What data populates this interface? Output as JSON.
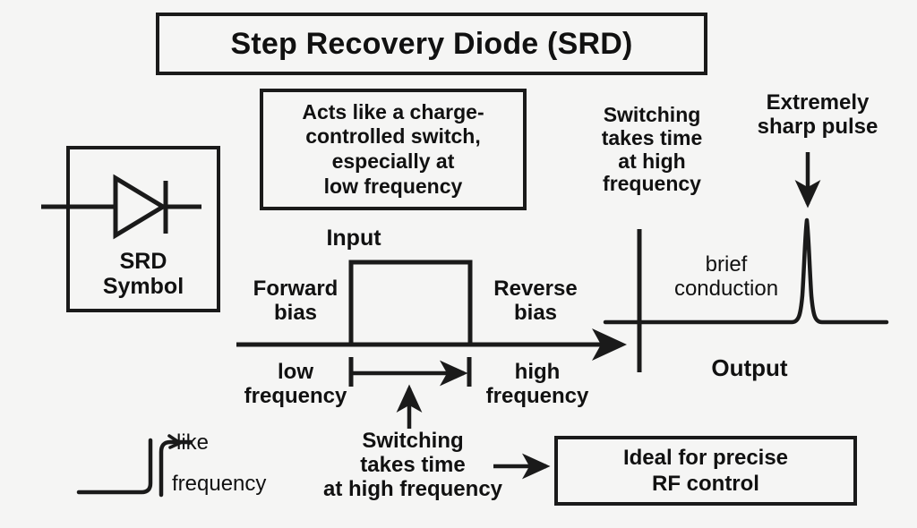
{
  "title": "Step Recovery Diode (SRD)",
  "boxes": {
    "switch_note": "Acts like a charge-\ncontrolled switch,\nespecially at\nlow frequency",
    "rf_note": "Ideal for precise\nRF control"
  },
  "symbol": {
    "caption": "SRD\nSymbol",
    "icon": "diode-symbol"
  },
  "input_plot": {
    "title": "Input",
    "forward_bias": "Forward\nbias",
    "reverse_bias": "Reverse\nbias",
    "low_frequency": "low\nfrequency",
    "high_frequency": "high\nfrequency"
  },
  "output_plot": {
    "title": "Output",
    "switching_note": "Switching\ntakes time\nat high\nfrequency",
    "sharp_pulse": "Extremely\nsharp pulse",
    "brief_conduction": "brief\nconduction"
  },
  "bottom": {
    "switching_note": "Switching\ntakes time\nat high frequency",
    "like": "like",
    "frequency": "frequency",
    "waveform": "step-waveform"
  },
  "colors": {
    "background": "#f5f5f4",
    "ink": "#1a1a1a",
    "text": "#111111"
  },
  "chart_data": [
    {
      "type": "line",
      "name": "input-waveform",
      "title": "Input",
      "x": [
        264,
        392,
        392,
        525,
        525,
        700
      ],
      "y": [
        385,
        385,
        293,
        293,
        385,
        385
      ],
      "annotations": [
        "Forward bias",
        "Reverse bias",
        "low frequency",
        "high frequency"
      ],
      "axis": "horizontal-arrow",
      "grid": false
    },
    {
      "type": "line",
      "name": "output-waveform",
      "title": "Output",
      "description": "flat baseline with one extremely narrow sharp spike",
      "baseline_y": 360,
      "peak_x": 901,
      "peak_y": 245,
      "x_range": [
        676,
        990
      ],
      "annotations": [
        "brief conduction",
        "Extremely sharp pulse"
      ],
      "axis": "vertical-line-at-714",
      "grid": false
    },
    {
      "type": "line",
      "name": "bottom-step-waveform",
      "description": "low level then sharp rising step edge",
      "x": [
        88,
        168,
        176,
        180,
        196
      ],
      "y": [
        549,
        549,
        500,
        487,
        487
      ],
      "grid": false
    }
  ]
}
